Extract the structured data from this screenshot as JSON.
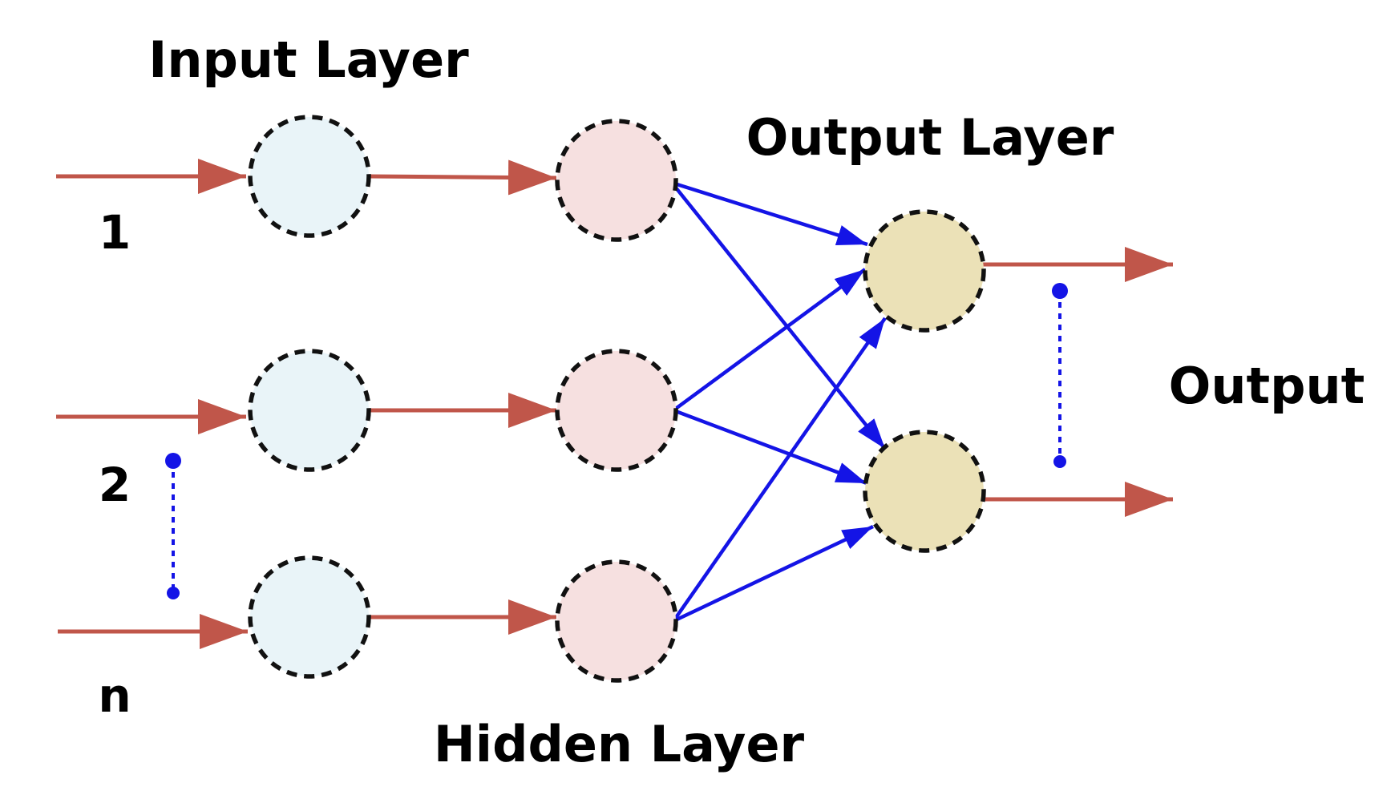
{
  "labels": {
    "input_layer": "Input Layer",
    "hidden_layer": "Hidden Layer",
    "output_layer": "Output Layer",
    "output": "Output"
  },
  "inputs": [
    "1",
    "2",
    "n"
  ],
  "colors": {
    "input_node_fill": "#e9f4f8",
    "hidden_node_fill": "#f6e0e0",
    "output_node_fill": "#ebe1b7",
    "node_border": "#111111",
    "io_arrow": "#c0564a",
    "connection_arrow": "#1414e6",
    "ellipsis_dots": "#1414e6"
  }
}
